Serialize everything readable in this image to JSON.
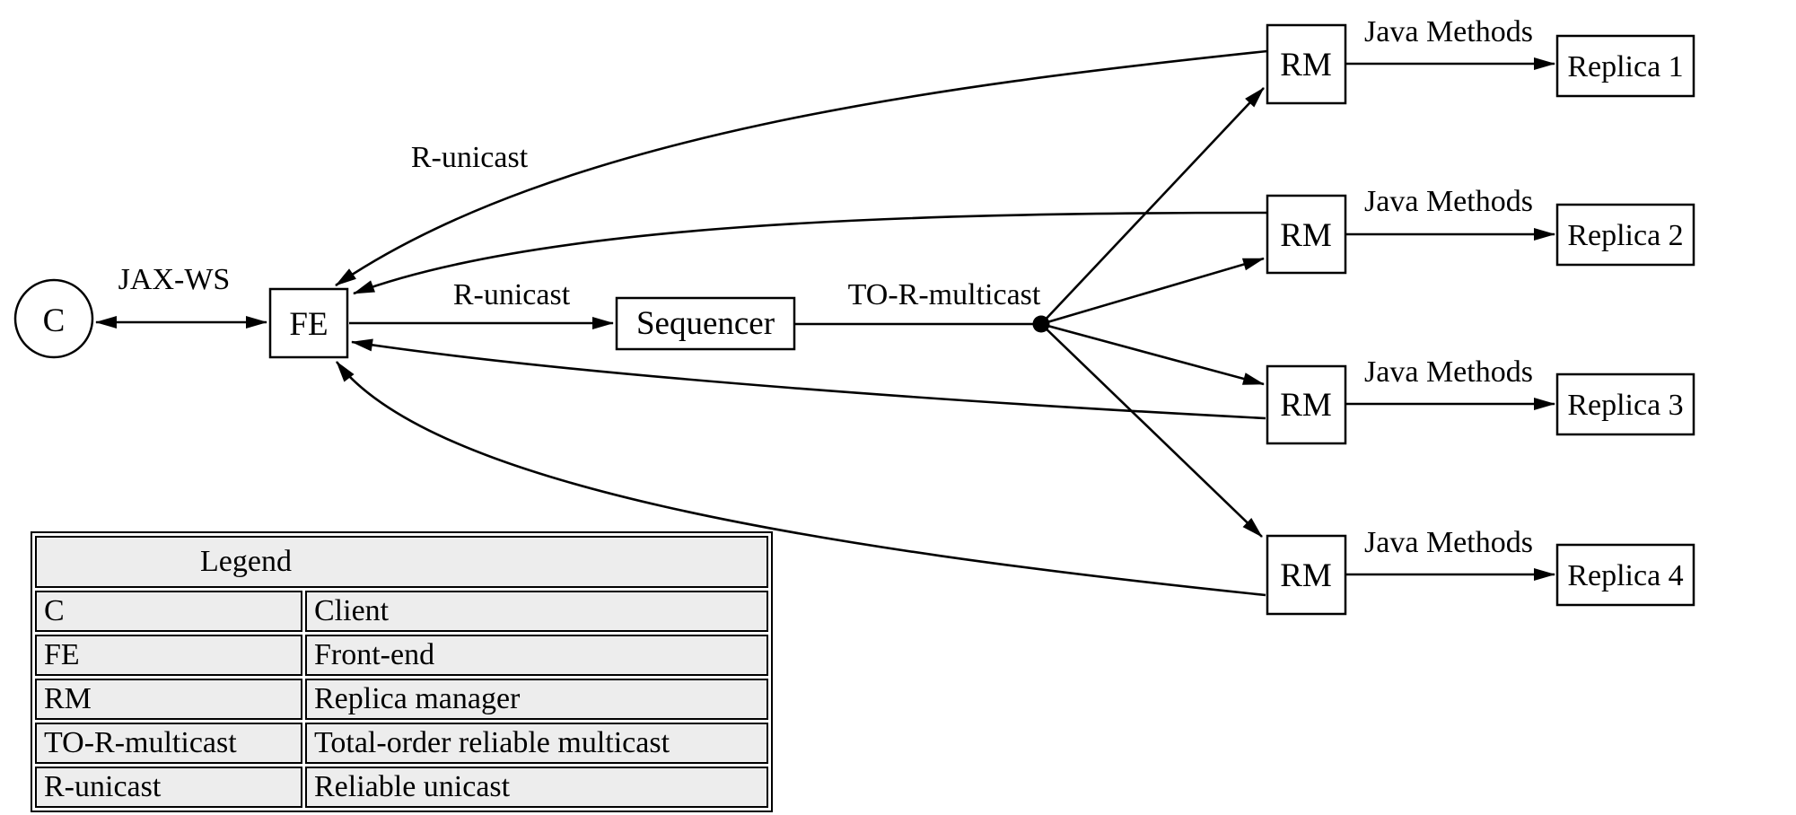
{
  "page": {
    "background": "#ffffff",
    "stroke_color": "#000000",
    "legend_cell_color": "#ededed"
  },
  "nodes": {
    "client": "C",
    "frontend": "FE",
    "sequencer": "Sequencer",
    "rm": [
      "RM",
      "RM",
      "RM",
      "RM"
    ],
    "replicas": [
      "Replica 1",
      "Replica 2",
      "Replica 3",
      "Replica 4"
    ]
  },
  "edges": {
    "jax_ws": "JAX-WS",
    "r_unicast_return": "R-unicast",
    "r_unicast": "R-unicast",
    "to_r_multicast": "TO-R-multicast",
    "java_methods": [
      "Java Methods",
      "Java Methods",
      "Java Methods",
      "Java Methods"
    ]
  },
  "legend": {
    "title": "Legend",
    "rows": [
      {
        "term": "C",
        "definition": "Client"
      },
      {
        "term": "FE",
        "definition": "Front-end"
      },
      {
        "term": "RM",
        "definition": "Replica manager"
      },
      {
        "term": "TO-R-multicast",
        "definition": "Total-order reliable multicast"
      },
      {
        "term": "R-unicast",
        "definition": "Reliable unicast"
      }
    ]
  }
}
